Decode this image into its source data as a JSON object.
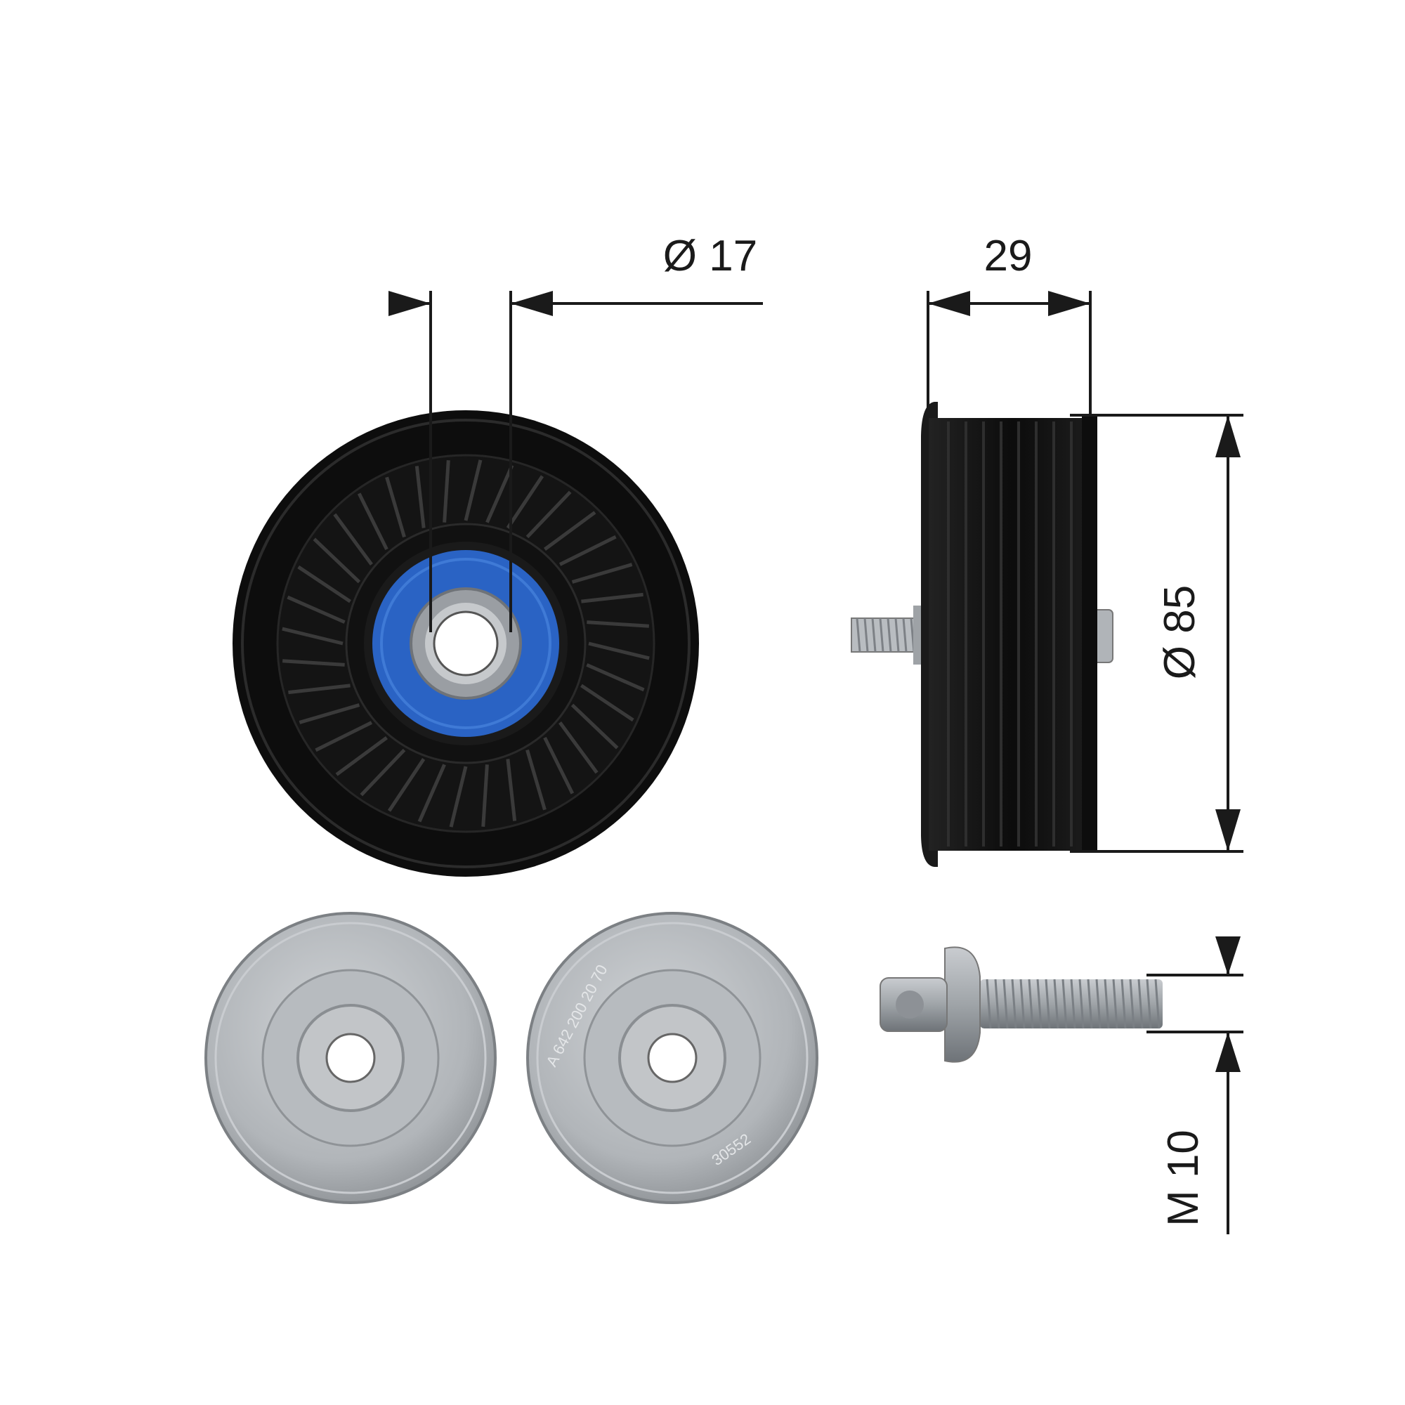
{
  "dimensions": {
    "bore_diameter": "Ø 17",
    "width": "29",
    "outer_diameter": "Ø 85",
    "bolt_thread": "M 10"
  },
  "washer_markings": {
    "part_number": "A 642 200 20 70",
    "code": "30552"
  },
  "colors": {
    "pulley_body": "#111111",
    "bearing_seal": "#2a63c4",
    "metal": "#b3b7bb",
    "dimension_lines": "#1a1a1a"
  }
}
